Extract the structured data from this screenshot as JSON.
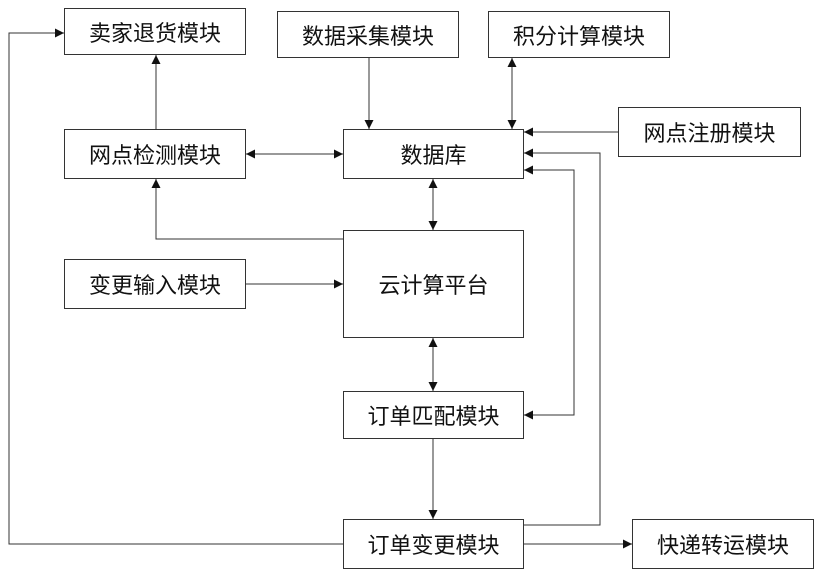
{
  "modules": {
    "seller_return": "卖家退货模块",
    "data_collection": "数据采集模块",
    "points_calc": "积分计算模块",
    "outlet_detect": "网点检测模块",
    "database": "数据库",
    "outlet_register": "网点注册模块",
    "change_input": "变更输入模块",
    "cloud_platform": "云计算平台",
    "order_match": "订单匹配模块",
    "order_change": "订单变更模块",
    "express_transfer": "快递转运模块"
  }
}
